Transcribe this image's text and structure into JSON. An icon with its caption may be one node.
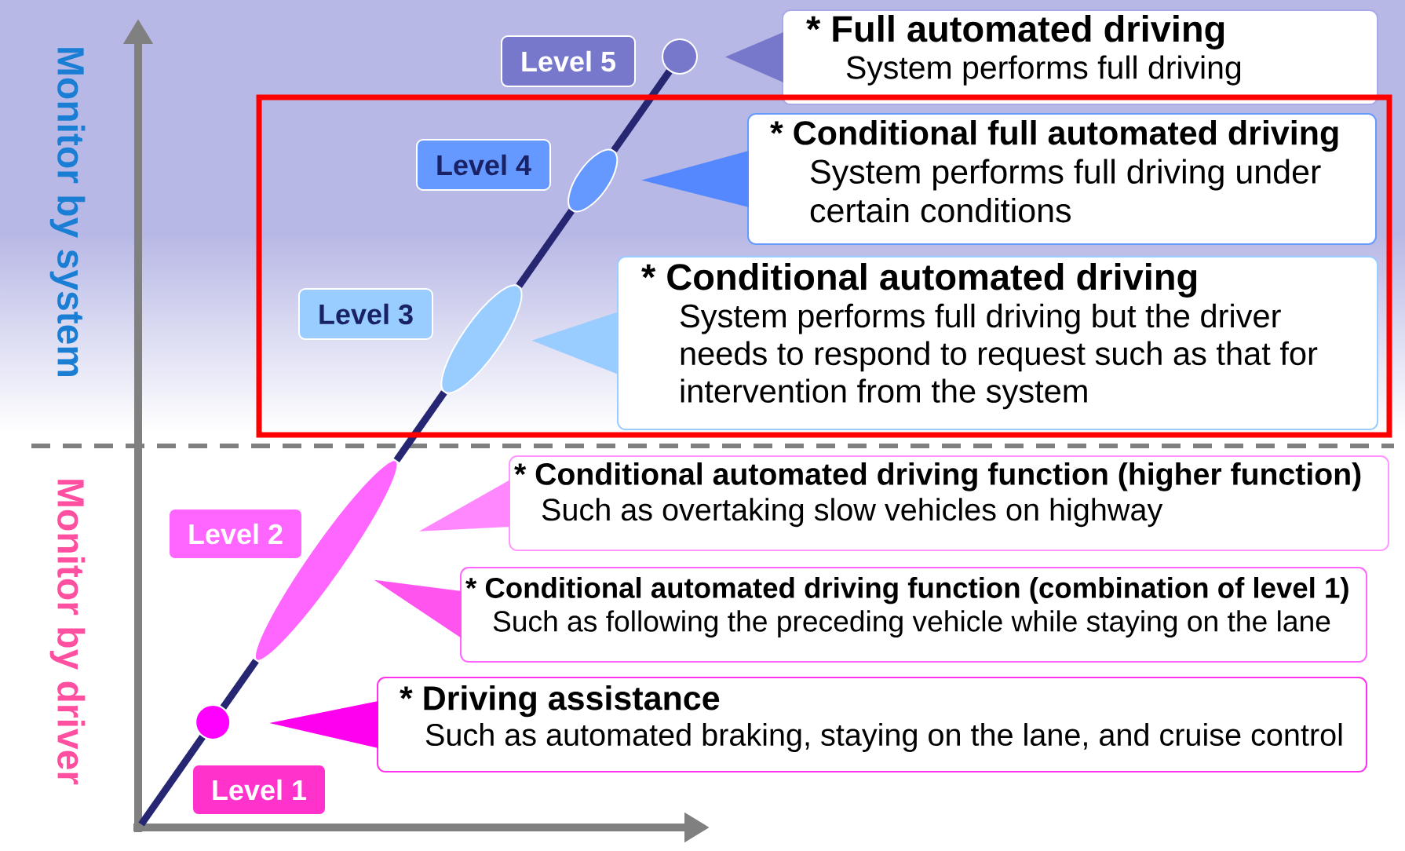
{
  "diagram": {
    "nodes": [
      {
        "text": [
          "* Full automated driving",
          "System performs full driving"
        ]
      },
      {
        "text": [
          "* Conditional full automated driving",
          "System performs full driving under certain conditions"
        ]
      },
      {
        "text": [
          "* Conditional automated driving",
          "System performs full driving but the driver needs to respond to request such as that for intervention from the system"
        ]
      },
      {
        "text": [
          "* Conditional automated driving function (higher function)",
          "Such as overtaking slow vehicles on highway"
        ]
      },
      {
        "text": [
          "* Conditional automated driving function (combination of level 1)",
          "Such as following the preceding vehicle while staying on the lane"
        ]
      },
      {
        "text": [
          "* Driving assistance",
          "Such as automated braking, staying on the lane, and cruise control"
        ]
      },
      {
        "text": [
          "Level 5"
        ]
      },
      {
        "text": [
          "Level 4"
        ]
      },
      {
        "text": [
          "Level 3"
        ]
      },
      {
        "text": [
          "Level 2"
        ]
      },
      {
        "text": [
          "Level 1"
        ]
      },
      {
        "text": [],
        "shape": "circle"
      },
      {
        "text": [],
        "shape": "ellipse"
      },
      {
        "text": [],
        "shape": "ellipse"
      },
      {
        "text": [],
        "shape": "ellipse"
      },
      {
        "text": [],
        "shape": "circle"
      }
    ],
    "edges": [
      {
        "from": 0,
        "to": 11,
        "arrow": "to",
        "color": "#7777cc"
      },
      {
        "from": 1,
        "to": 12,
        "arrow": "to",
        "color": "#5588ff"
      },
      {
        "from": 2,
        "to": 13,
        "arrow": "to",
        "color": "#99ccff"
      },
      {
        "from": 3,
        "to": 14,
        "arrow": "to",
        "color": "#ff88ff"
      },
      {
        "from": 4,
        "to": 14,
        "arrow": "to",
        "color": "#ff55ee"
      },
      {
        "from": 5,
        "to": 15,
        "arrow": "to",
        "color": "#ff00ee"
      },
      {
        "from": 15,
        "to": 14,
        "arrow": "none",
        "color": "#262673"
      },
      {
        "from": 14,
        "to": 13,
        "arrow": "none",
        "color": "#262673"
      },
      {
        "from": 13,
        "to": 12,
        "arrow": "none",
        "color": "#262673"
      },
      {
        "from": 12,
        "to": 11,
        "arrow": "none",
        "color": "#262673"
      }
    ],
    "labels": [
      "Monitor by system",
      "Monitor by driver"
    ]
  }
}
